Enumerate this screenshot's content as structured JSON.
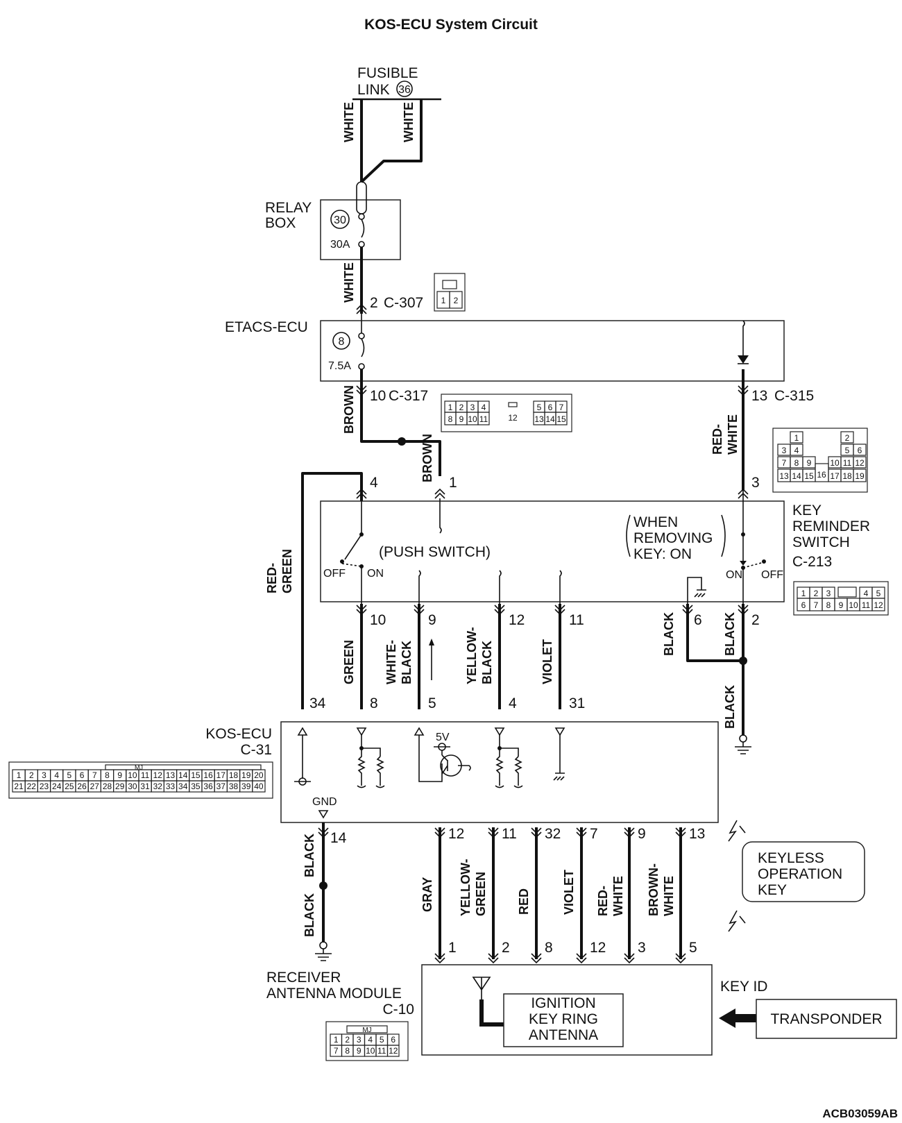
{
  "title": "KOS-ECU System Circuit",
  "figure_code": "ACB03059AB",
  "components": {
    "fusible_link": {
      "line1": "FUSIBLE",
      "line2": "LINK",
      "number": "36"
    },
    "relay_box": {
      "line1": "RELAY",
      "line2": "BOX",
      "fuse_number": "30",
      "fuse_rating": "30A"
    },
    "etacs_ecu": {
      "label": "ETACS-ECU",
      "fuse_number": "8",
      "fuse_rating": "7.5A"
    },
    "key_reminder_switch": {
      "line1": "KEY",
      "line2": "REMINDER",
      "line3": "SWITCH",
      "connector": "C-213",
      "push_switch": "(PUSH SWITCH)",
      "note1": "WHEN",
      "note2": "REMOVING",
      "note3": "KEY: ON",
      "off": "OFF",
      "on": "ON"
    },
    "kos_ecu": {
      "line1": "KOS-ECU",
      "line2": "C-31",
      "voltage": "5V",
      "gnd": "GND"
    },
    "receiver": {
      "line1": "RECEIVER",
      "line2": "ANTENNA MODULE",
      "line3": "C-10",
      "antenna1": "IGNITION",
      "antenna2": "KEY RING",
      "antenna3": "ANTENNA"
    },
    "keyless_key": {
      "line1": "KEYLESS",
      "line2": "OPERATION",
      "line3": "KEY"
    },
    "key_id": "KEY ID",
    "transponder": "TRANSPONDER"
  },
  "connectors": {
    "c307": {
      "pin": "2",
      "name": "C-307",
      "pins": [
        "1",
        "2"
      ]
    },
    "c317": {
      "pin": "10",
      "name": "C-317",
      "row1": [
        "1",
        "2",
        "3",
        "4",
        "5",
        "6",
        "7"
      ],
      "row2": [
        "8",
        "9",
        "10",
        "11",
        "13",
        "14",
        "15"
      ],
      "center": "12"
    },
    "c315": {
      "pin": "13",
      "name": "C-315",
      "row0": [
        "1",
        "2"
      ],
      "row1": [
        "3",
        "4",
        "5",
        "6"
      ],
      "row2": [
        "7",
        "8",
        "9",
        "10",
        "11",
        "12"
      ],
      "row3": [
        "13",
        "14",
        "15",
        "17",
        "18",
        "19"
      ],
      "center": "16"
    },
    "c213": {
      "row1": [
        "1",
        "2",
        "3",
        "4",
        "5"
      ],
      "row2": [
        "6",
        "7",
        "8",
        "9",
        "10",
        "11",
        "12"
      ]
    },
    "c31": {
      "tag": "MJ",
      "row1": [
        "1",
        "2",
        "3",
        "4",
        "5",
        "6",
        "7",
        "8",
        "9",
        "10",
        "11",
        "12",
        "13",
        "14",
        "15",
        "16",
        "17",
        "18",
        "19",
        "20"
      ],
      "row2": [
        "21",
        "22",
        "23",
        "24",
        "25",
        "26",
        "27",
        "28",
        "29",
        "30",
        "31",
        "32",
        "33",
        "34",
        "35",
        "36",
        "37",
        "38",
        "39",
        "40"
      ]
    },
    "c10": {
      "tag": "MJ",
      "row1": [
        "1",
        "2",
        "3",
        "4",
        "5",
        "6"
      ],
      "row2": [
        "7",
        "8",
        "9",
        "10",
        "11",
        "12"
      ]
    }
  },
  "wires": {
    "fusible_left": "WHITE",
    "fusible_right": "WHITE",
    "relay_to_etacs": "WHITE",
    "etacs_out": "BROWN",
    "brown_branch": "BROWN",
    "red_white": [
      "RED-",
      "WHITE"
    ],
    "red_green": [
      "RED-",
      "GREEN"
    ],
    "green": "GREEN",
    "white_black": [
      "WHITE-",
      "BLACK"
    ],
    "yellow_black": [
      "YELLOW-",
      "BLACK"
    ],
    "violet": "VIOLET",
    "black_6": "BLACK",
    "black_2": "BLACK",
    "black_gnd": "BLACK",
    "black_14a": "BLACK",
    "black_14b": "BLACK",
    "gray": "GRAY",
    "yellow_green": [
      "YELLOW-",
      "GREEN"
    ],
    "red": "RED",
    "violet2": "VIOLET",
    "red_white2": [
      "RED-",
      "WHITE"
    ],
    "brown_white": [
      "BROWN-",
      "WHITE"
    ]
  },
  "pins": {
    "ksw_4": "4",
    "ksw_1": "1",
    "ksw_3": "3",
    "ksw_10": "10",
    "ksw_9": "9",
    "ksw_12": "12",
    "ksw_11": "11",
    "ksw_6": "6",
    "ksw_2": "2",
    "kos_34": "34",
    "kos_8": "8",
    "kos_5": "5",
    "kos_4": "4",
    "kos_31": "31",
    "kos_14": "14",
    "kos_12": "12",
    "kos_11": "11",
    "kos_32": "32",
    "kos_7": "7",
    "kos_9": "9",
    "kos_13": "13",
    "rx_1": "1",
    "rx_2": "2",
    "rx_8": "8",
    "rx_12": "12",
    "rx_3": "3",
    "rx_5": "5"
  }
}
